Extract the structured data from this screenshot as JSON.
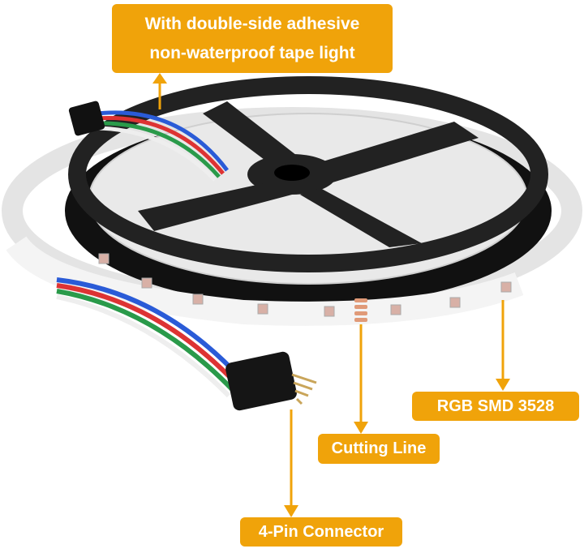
{
  "callouts": {
    "adhesive_line1": "With double-side adhesive",
    "adhesive_line2": "non-waterproof tape light",
    "rgb": "RGB SMD 3528",
    "cutting": "Cutting Line",
    "connector": "4-Pin Connector"
  },
  "colors": {
    "callout": "#f0a30a",
    "reel": "#1e1e1e",
    "strip": "#f2f2f2"
  }
}
